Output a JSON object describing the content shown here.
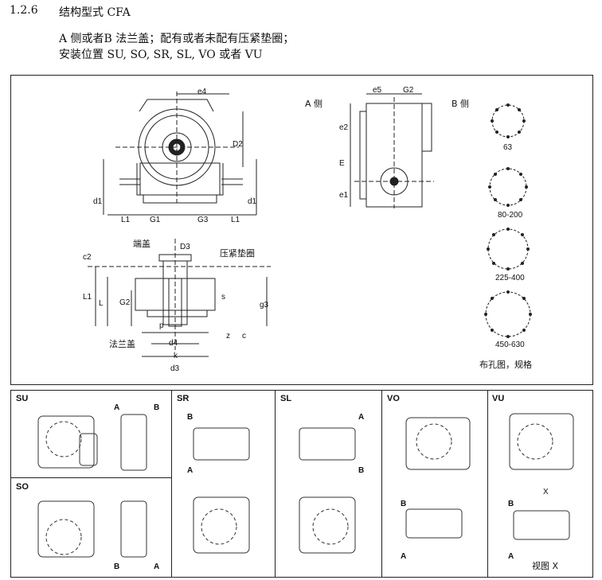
{
  "section": {
    "number": "1.2.6",
    "title": "结构型式 CFA",
    "lines": [
      "A 侧或者B 法兰盖；配有或者未配有压紧垫圈；",
      "安装位置 SU, SO, SR, SL, VO 或者 VU"
    ]
  },
  "drawing": {
    "side_a": "A 侧",
    "side_b": "B 侧",
    "dims_front": [
      "e4",
      "D2",
      "d1",
      "d1",
      "L1",
      "G1",
      "G3",
      "L1"
    ],
    "dims_side": [
      "e5",
      "G2",
      "e2",
      "E",
      "e1"
    ],
    "dims_section": [
      "D3",
      "c2",
      "L1",
      "L",
      "G2",
      "s",
      "g3",
      "d4",
      "k",
      "d3",
      "p",
      "z",
      "c"
    ],
    "callouts": {
      "end_cover": "端盖",
      "compression_washer": "压紧垫圈",
      "flange_cover": "法兰盖"
    },
    "bolt_patterns": [
      "63",
      "80-200",
      "225-400",
      "450-630"
    ],
    "bolt_caption": "布孔图，规格"
  },
  "mounting": {
    "positions": [
      {
        "name": "SU",
        "labels": [
          "A",
          "B"
        ]
      },
      {
        "name": "SO",
        "labels": [
          "B",
          "A"
        ]
      },
      {
        "name": "SR",
        "labels": [
          "B",
          "A"
        ]
      },
      {
        "name": "SL",
        "labels": [
          "A",
          "B"
        ]
      },
      {
        "name": "VO",
        "labels": [
          "B",
          "A"
        ]
      },
      {
        "name": "VU",
        "labels": [
          "B",
          "A"
        ]
      }
    ],
    "view_arrow": "X",
    "view_caption": "视图 X"
  }
}
